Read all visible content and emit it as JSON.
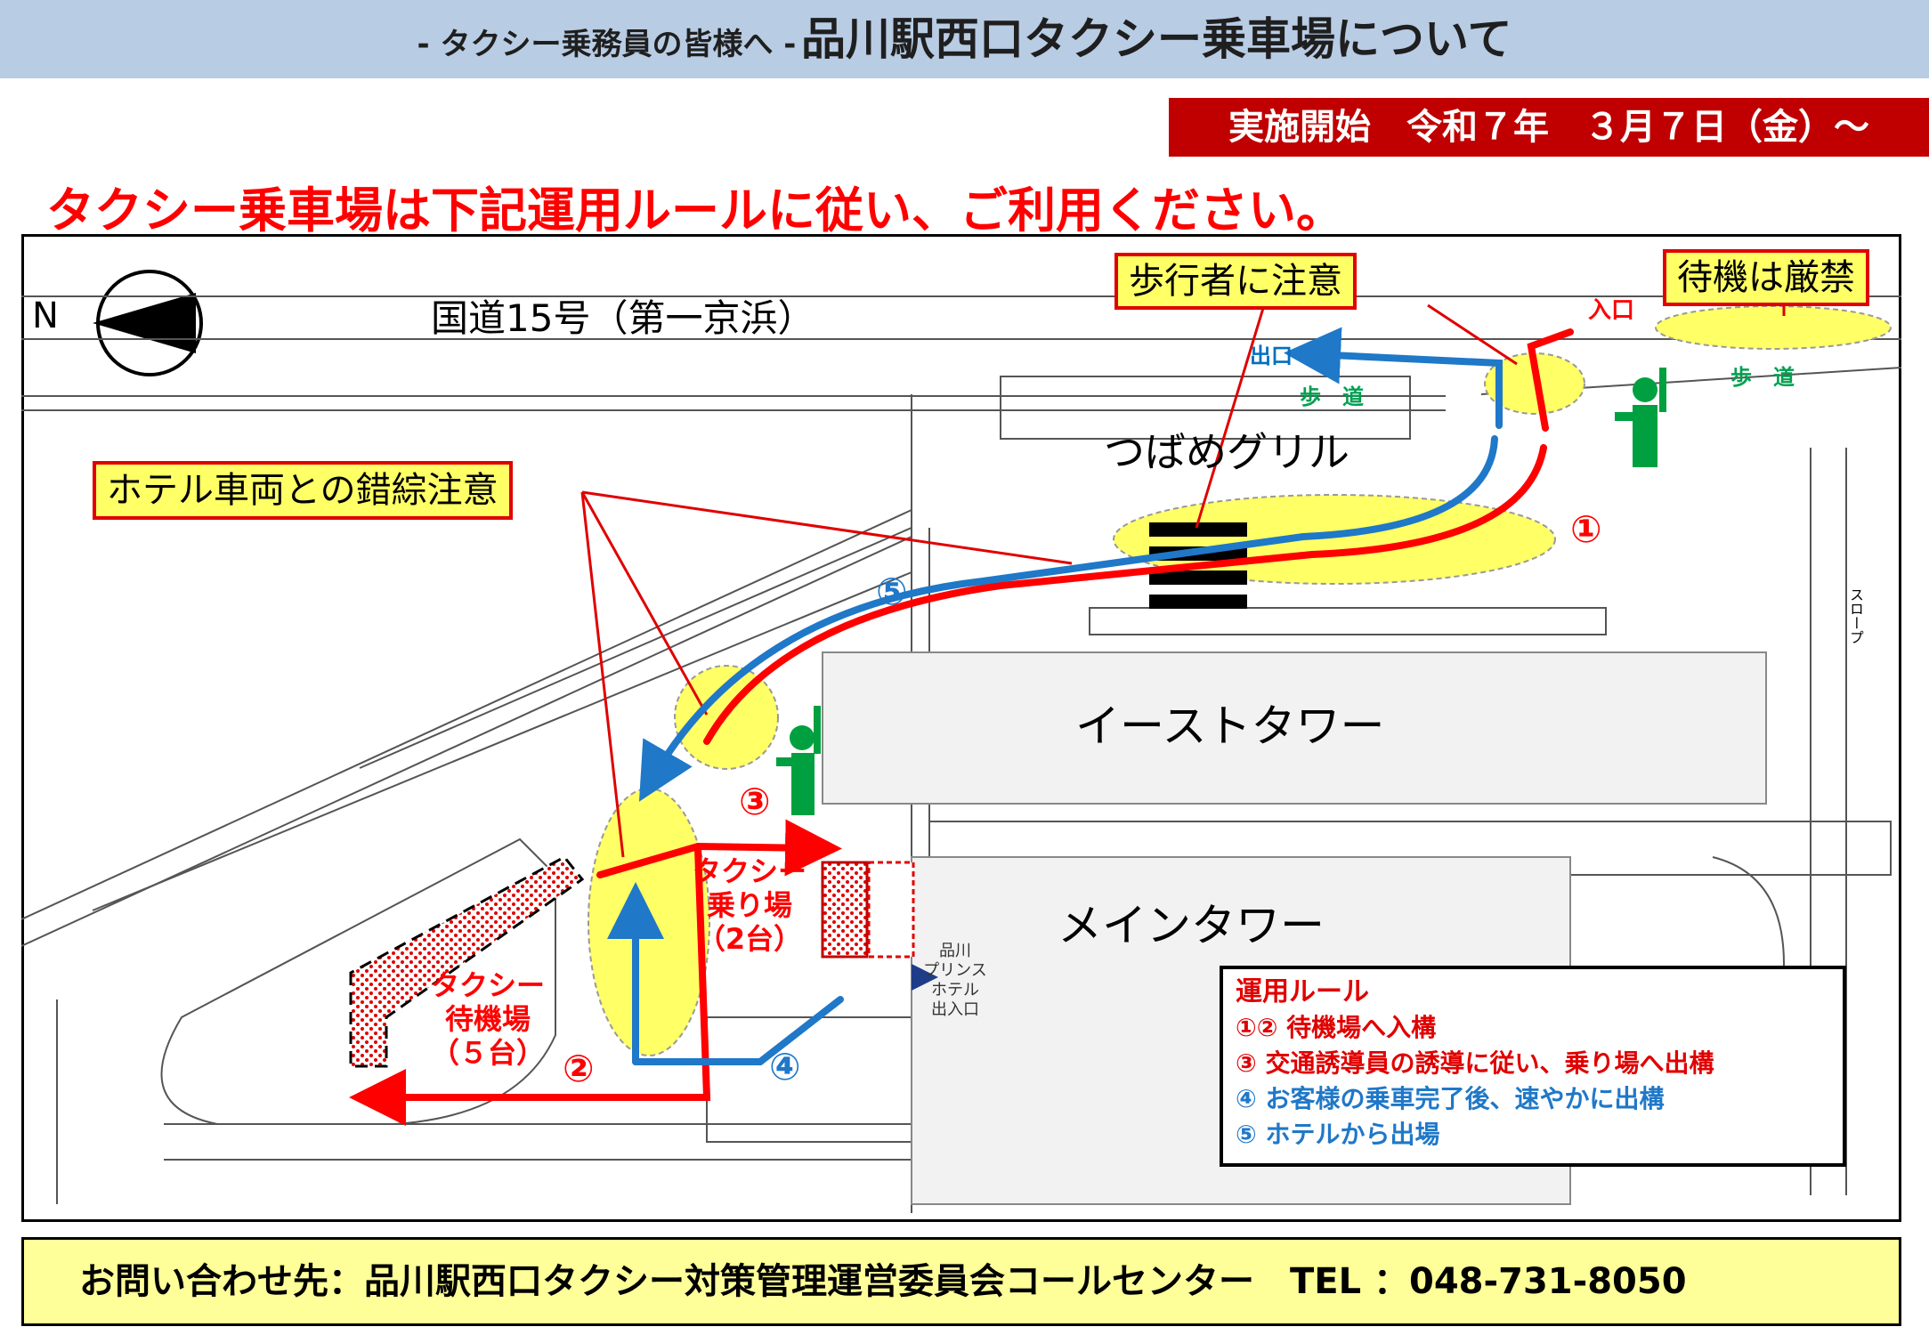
{
  "header": {
    "subtitle": "- タクシー乗務員の皆様へ -",
    "title": "品川駅西口タクシー乗車場について"
  },
  "start_date": "実施開始　令和７年　３月７日（金）～",
  "headline": "タクシー乗車場は下記運用ルールに従い、ご利用ください。",
  "map": {
    "north_label": "N",
    "road_label": "国道15号（第一京浜）",
    "callouts": {
      "pedestrian_caution": "歩行者に注意",
      "no_waiting": "待機は厳禁",
      "hotel_vehicle_caution": "ホテル車両との錯綜注意"
    },
    "labels": {
      "entrance": "入口",
      "exit": "出口",
      "sidewalk": "歩　道",
      "tsubame_grill": "つばめグリル",
      "east_tower": "イーストタワー",
      "main_tower": "メインタワー",
      "taxi_boarding": [
        "タクシー",
        "乗り場",
        "（2台）"
      ],
      "taxi_waiting": [
        "タクシー",
        "待機場",
        "（５台）"
      ],
      "hotel_entrance": [
        "品川",
        "プリンス",
        "ホテル",
        "出入口"
      ],
      "slope": "スロープ"
    },
    "markers": {
      "m1": "①",
      "m2": "②",
      "m3": "③",
      "m4": "④",
      "m5": "⑤"
    },
    "colors": {
      "red_route": "#ff0000",
      "blue_route": "#1f78c8",
      "caution_zone": "#ffff66",
      "guide_figure": "#00a040"
    }
  },
  "rules": {
    "title": "運用ルール",
    "items": [
      "①②  待機場へ入構",
      "③  交通誘導員の誘導に従い、乗り場へ出構",
      "④  お客様の乗車完了後、速やかに出構",
      "⑤  ホテルから出場"
    ]
  },
  "footer": {
    "contact": "お問い合わせ先：品川駅西口タクシー対策管理運営委員会コールセンター　TEL ：048-731-8050"
  }
}
